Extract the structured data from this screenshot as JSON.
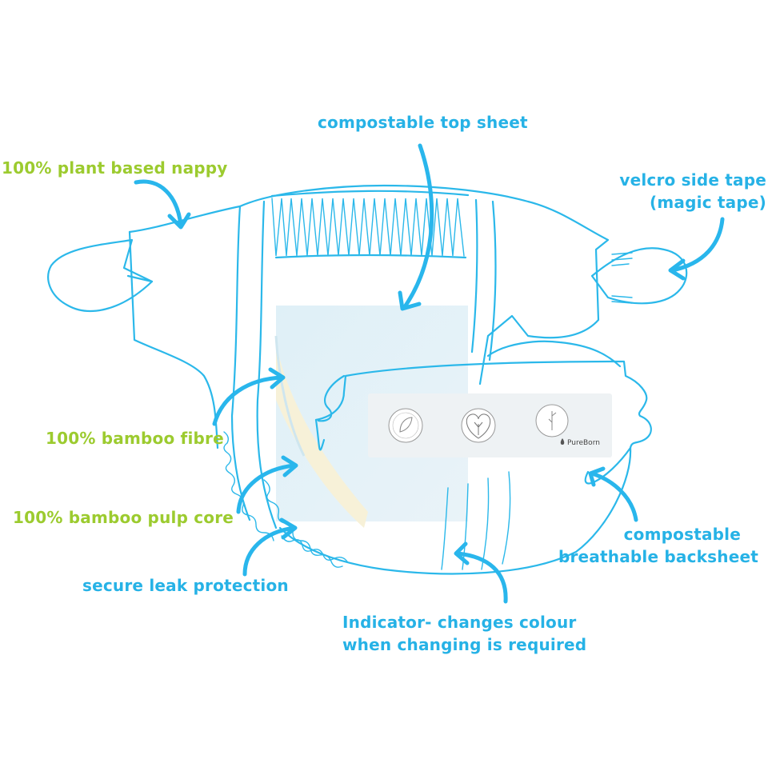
{
  "labels": {
    "plant_based": "100% plant based nappy",
    "top_sheet": "compostable top sheet",
    "velcro_line1": "velcro side tape",
    "velcro_line2": "(magic tape)",
    "bamboo_fibre": "100% bamboo fibre",
    "pulp_core": "100% bamboo pulp core",
    "leak": "secure leak protection",
    "backsheet_line1": "compostable",
    "backsheet_line2": "breathable backsheet",
    "indicator_line1": "Indicator- changes colour",
    "indicator_line2": "when changing is required"
  },
  "waistband": {
    "brand": "PureBorn",
    "badges": [
      "plant-leaf-badge-icon",
      "tree-heart-badge-icon",
      "bamboo-stalk-badge-icon"
    ]
  },
  "colors": {
    "green_label": "#9ccb2f",
    "blue_label": "#26b2e6",
    "outline": "#2bb8ea",
    "core_fill": "#e4f0f6",
    "pulp_fill": "#f7f1d8"
  }
}
